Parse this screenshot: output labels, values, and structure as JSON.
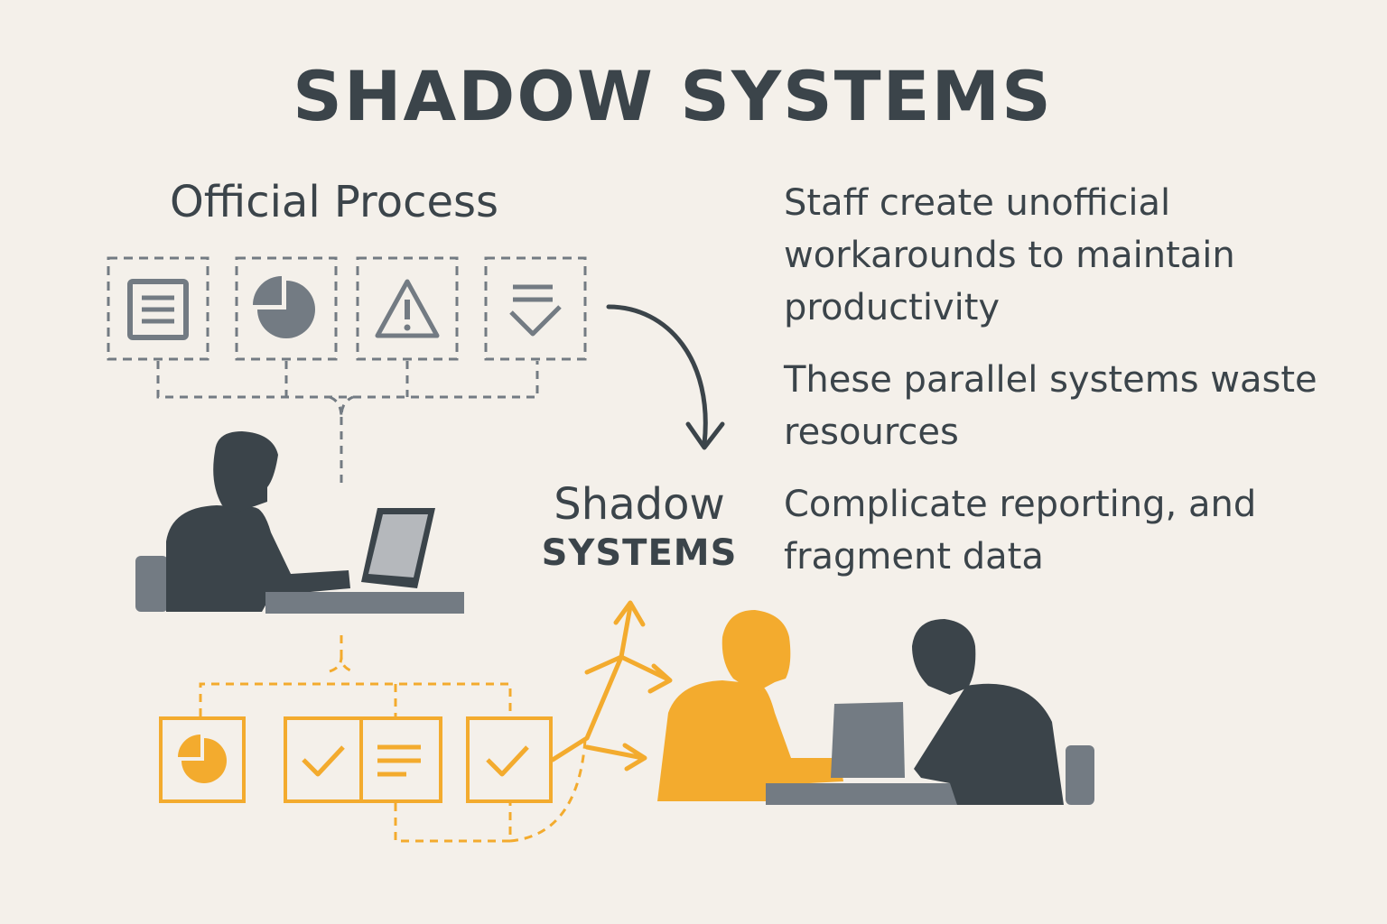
{
  "title": "SHADOW SYSTEMS",
  "official_label": "Official Process",
  "shadow_label": {
    "line1": "Shadow",
    "line2": "SYSTEMS"
  },
  "points": [
    "Staff create unofficial workarounds to maintain productivity",
    "These parallel systems waste resources",
    "Complicate reporting, and fragment data"
  ],
  "colors": {
    "background": "#f4f0ea",
    "dark": "#3b444a",
    "gray": "#737b83",
    "accent": "#f3ab2e"
  },
  "icons": {
    "official": [
      "document-icon",
      "pie-chart-icon",
      "warning-icon",
      "filter-check-icon"
    ],
    "shadow": [
      "pie-chart-icon",
      "checkmark-icon",
      "list-icon",
      "checkmark-icon"
    ]
  }
}
